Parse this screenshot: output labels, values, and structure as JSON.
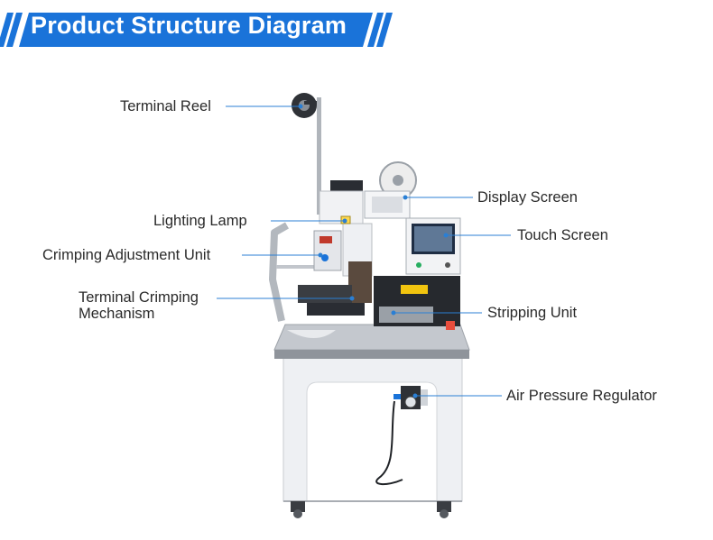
{
  "header": {
    "title": "Product Structure Diagram",
    "banner_color": "#1a73d9"
  },
  "labels": {
    "terminal_reel": "Terminal Reel",
    "lighting_lamp": "Lighting Lamp",
    "crimping_adjustment_unit": "Crimping Adjustment Unit",
    "terminal_crimping_line1": "Terminal Crimping",
    "terminal_crimping_line2": "Mechanism",
    "display_screen": "Display Screen",
    "touch_screen": "Touch Screen",
    "stripping_unit": "Stripping Unit",
    "air_pressure_regulator": "Air Pressure Regulator"
  },
  "colors": {
    "leader_line": "#2b7fd4",
    "machine_body": "#eef0f3",
    "steel": "#b9bec5",
    "dark": "#2a2d33"
  }
}
